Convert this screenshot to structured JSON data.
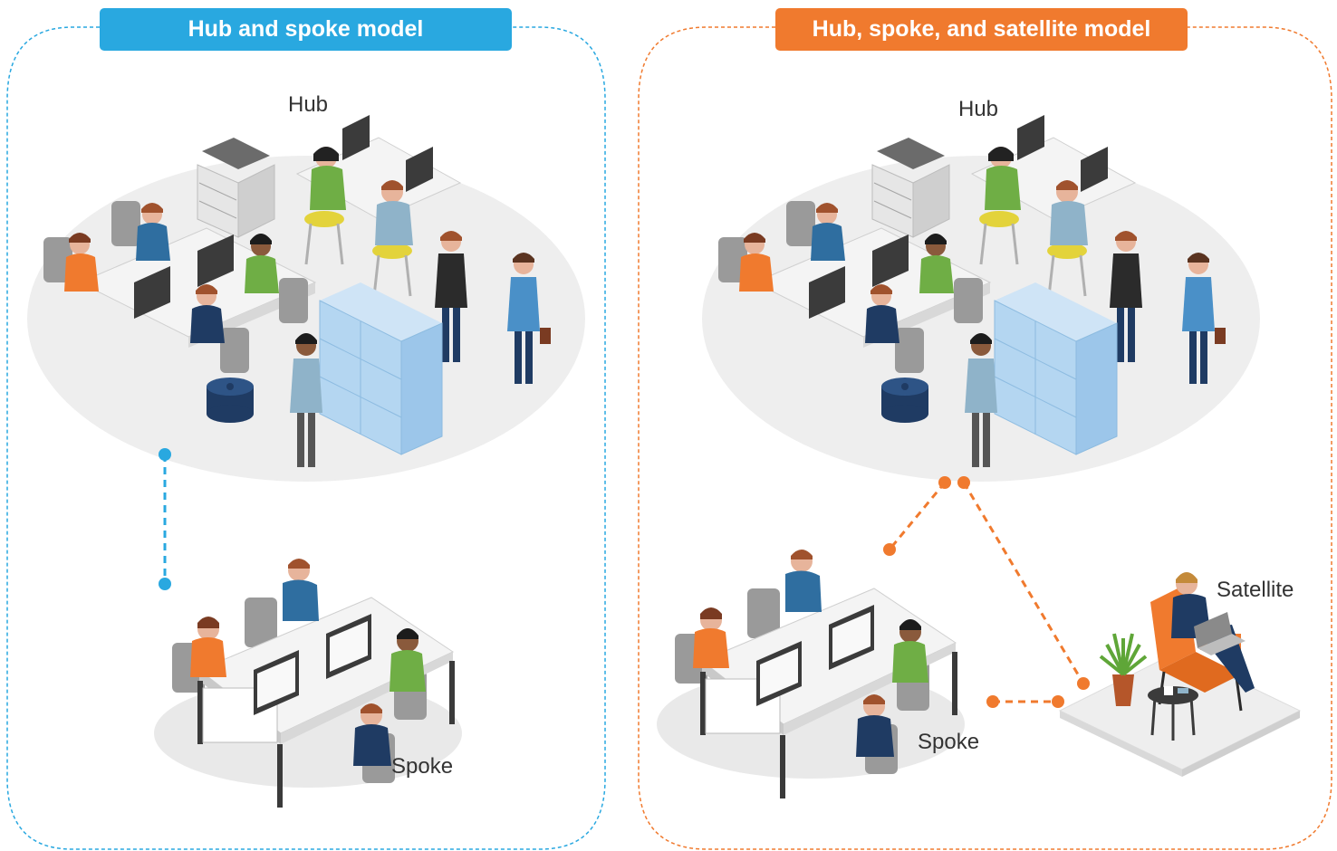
{
  "colors": {
    "hub_spoke": "#29a8e0",
    "satellite": "#f07a2e",
    "floor": "#eeeeee",
    "navy": "#1f3b63"
  },
  "left": {
    "title": "Hub and spoke model",
    "hub_label": "Hub",
    "spoke_label": "Spoke"
  },
  "right": {
    "title": "Hub, spoke, and satellite model",
    "hub_label": "Hub",
    "spoke_label": "Spoke",
    "satellite_label": "Satellite"
  },
  "icons": [
    "printer-icon",
    "desk-workstation-icon",
    "person-icon",
    "filing-cabinet-icon",
    "ottoman-icon",
    "plant-icon",
    "armchair-icon",
    "laptop-icon",
    "side-table-icon"
  ]
}
